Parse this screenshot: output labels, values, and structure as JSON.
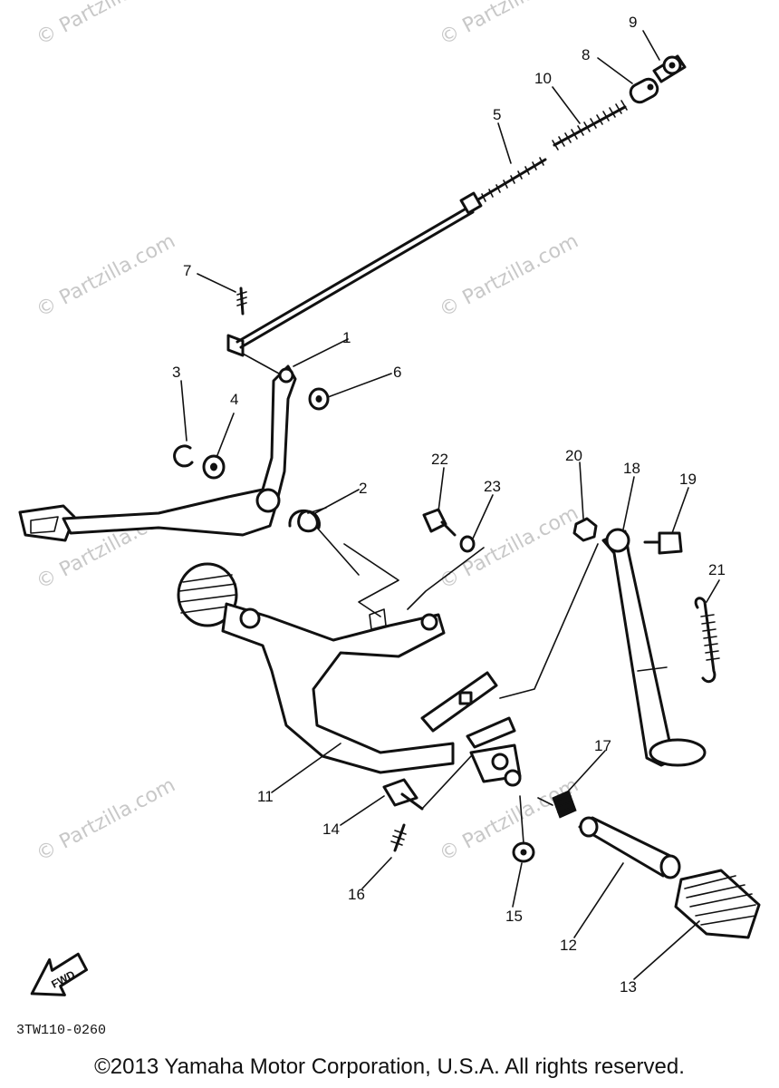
{
  "watermark": "© Partzilla.com",
  "part_labels": [
    "1",
    "2",
    "3",
    "4",
    "5",
    "6",
    "7",
    "8",
    "9",
    "10",
    "11",
    "12",
    "13",
    "14",
    "15",
    "16",
    "17",
    "18",
    "19",
    "20",
    "21",
    "22",
    "23"
  ],
  "direction_label": "FWD",
  "diagram_code": "3TW110-0260",
  "copyright": "©2013 Yamaha Motor Corporation, U.S.A. All rights reserved."
}
